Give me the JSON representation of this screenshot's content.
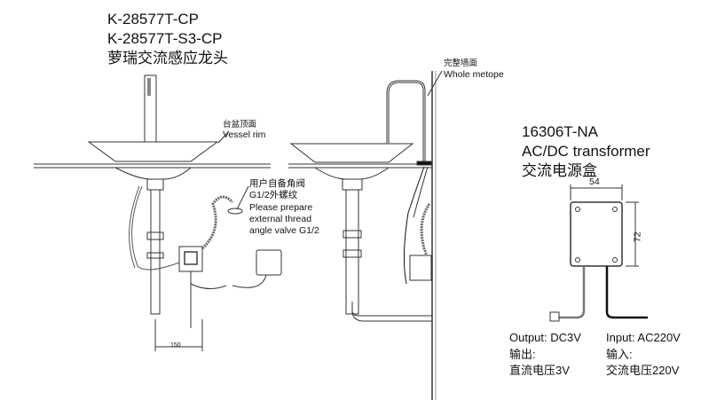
{
  "product": {
    "model_1": "K-28577T-CP",
    "model_2": "K-28577T-S3-CP",
    "name_cn": "萝瑞交流感应龙头"
  },
  "labels": {
    "vessel_rim_cn": "台盆顶面",
    "vessel_rim_en": "Vessel rim",
    "valve_cn_1": "用户自备角阀",
    "valve_cn_2": "G1/2外螺纹",
    "valve_en_1": "Please prepare",
    "valve_en_2": "external thread",
    "valve_en_3": "angle valve G1/2",
    "wall_cn": "完整墙面",
    "wall_en": "Whole metope",
    "dim_150": "150"
  },
  "transformer": {
    "model": "16306T-NA",
    "name_en": "AC/DC transformer",
    "name_cn": "交流电源盒",
    "width": "54",
    "height": "72",
    "output_en": "Output: DC3V",
    "output_cn_label": "输出:",
    "output_cn_value": "直流电压3V",
    "input_en": "Input: AC220V",
    "input_cn_label": "输入:",
    "input_cn_value": "交流电压220V"
  }
}
